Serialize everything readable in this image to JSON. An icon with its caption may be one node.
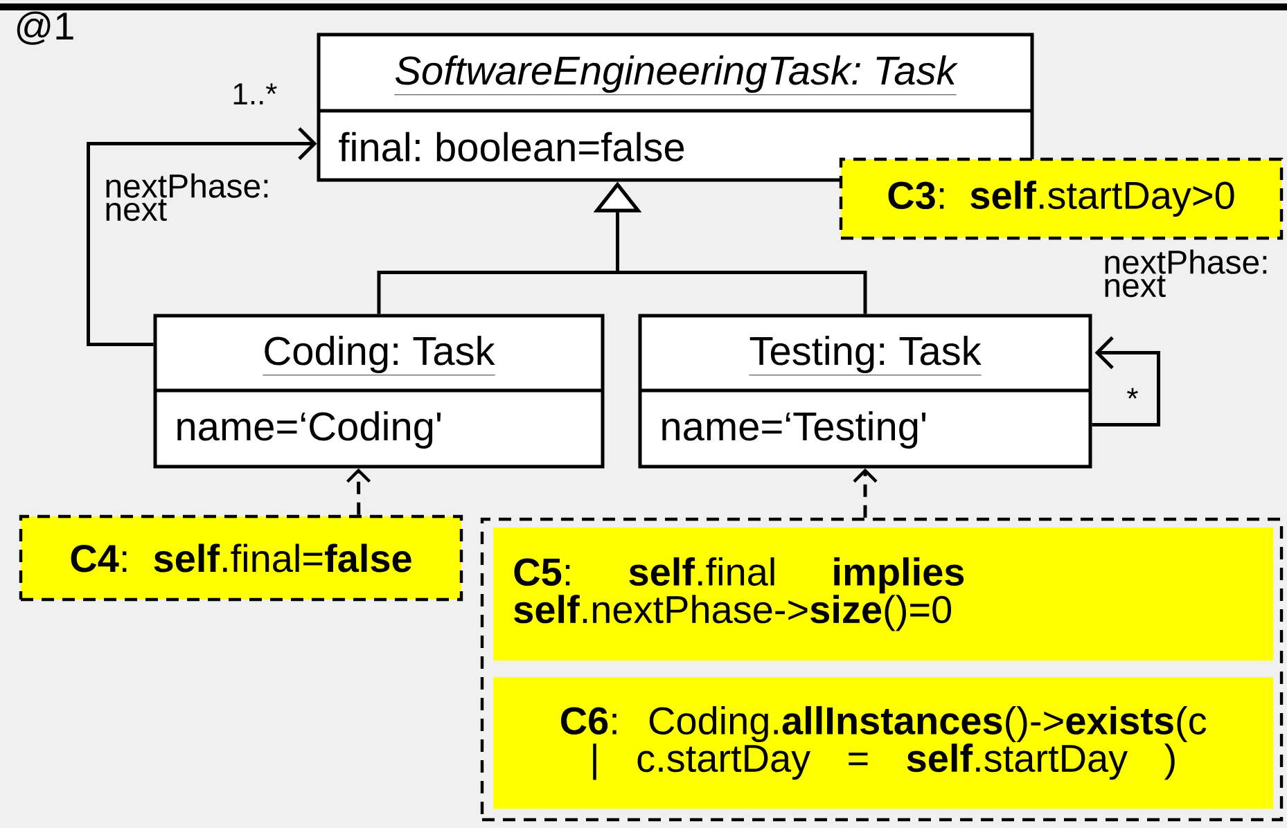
{
  "diagram": {
    "nodes": [
      {
        "text": [
          "SoftwareEngineeringTask: Task",
          "final: boolean=false"
        ]
      },
      {
        "text": [
          "Coding: Task",
          "name=‘Coding'"
        ]
      },
      {
        "text": [
          "Testing: Task",
          "name=‘Testing'"
        ]
      },
      {
        "text": [
          "**C3**: **self**.startDay>0"
        ]
      },
      {
        "text": [
          "**C4**: **self**.final=**false**"
        ]
      },
      {
        "text": [],
        "shape": "box"
      },
      {
        "text": [
          "**C5**: **self**.final **implies** **self**.nextPhase->**size**()=0"
        ],
        "in": 5
      },
      {
        "text": [
          "**C6**: Coding.**allInstances**()->**exists**(c | c.startDay = **self**.startDay )"
        ],
        "in": 5
      }
    ],
    "edges": [
      {
        "from": 1,
        "to": 0,
        "arrow": "to",
        "label": "nextPhase: next"
      },
      {
        "from": 1,
        "to": 0,
        "arrow": "to"
      },
      {
        "from": 2,
        "to": 0,
        "arrow": "to"
      },
      {
        "from": 2,
        "to": 2,
        "arrow": "to",
        "label": "nextPhase: next"
      },
      {
        "from": 4,
        "to": 1,
        "arrow": "to",
        "style": "dashed"
      },
      {
        "from": 5,
        "to": 2,
        "arrow": "to",
        "style": "dashed"
      }
    ],
    "labels": [
      "@1",
      "1..*",
      "*"
    ]
  }
}
